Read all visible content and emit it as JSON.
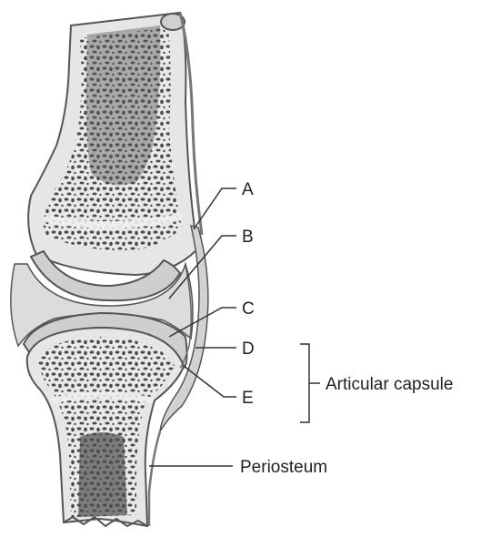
{
  "labels": {
    "A": "A",
    "B": "B",
    "C": "C",
    "D": "D",
    "E": "E",
    "capsule": "Articular capsule",
    "periosteum": "Periosteum"
  },
  "colors": {
    "bone_shaft": "#e6e6e6",
    "spongy_bone": "#4a4a4a",
    "marrow": "#5a5a5a",
    "cartilage": "#cfcfcf",
    "cavity": "#dcdcdc",
    "capsule": "#d2d2d2",
    "outline": "#555555",
    "leader": "#333333"
  }
}
